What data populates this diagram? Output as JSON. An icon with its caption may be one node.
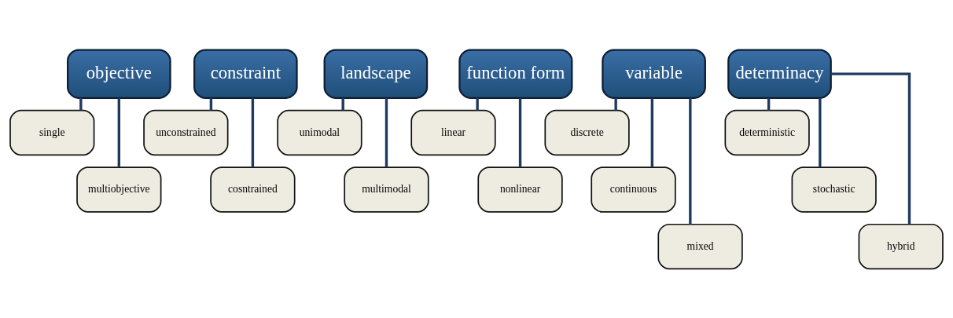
{
  "diagram": {
    "nodes": [
      {
        "text": [
          "objective"
        ]
      },
      {
        "text": [
          "single"
        ]
      },
      {
        "text": [
          "multiobjective"
        ]
      },
      {
        "text": [
          "constraint"
        ]
      },
      {
        "text": [
          "unconstrained"
        ]
      },
      {
        "text": [
          "cosntrained"
        ]
      },
      {
        "text": [
          "landscape"
        ]
      },
      {
        "text": [
          "unimodal"
        ]
      },
      {
        "text": [
          "multimodal"
        ]
      },
      {
        "text": [
          "function form"
        ]
      },
      {
        "text": [
          "linear"
        ]
      },
      {
        "text": [
          "nonlinear"
        ]
      },
      {
        "text": [
          "variable"
        ]
      },
      {
        "text": [
          "discrete"
        ]
      },
      {
        "text": [
          "continuous"
        ]
      },
      {
        "text": [
          "mixed"
        ]
      },
      {
        "text": [
          "determinacy"
        ]
      },
      {
        "text": [
          "deterministic"
        ]
      },
      {
        "text": [
          "stochastic"
        ]
      },
      {
        "text": [
          "hybrid"
        ]
      }
    ],
    "edges": [
      {
        "from": 0,
        "to": 1,
        "arrow": "none"
      },
      {
        "from": 0,
        "to": 2,
        "arrow": "none"
      },
      {
        "from": 3,
        "to": 4,
        "arrow": "none"
      },
      {
        "from": 3,
        "to": 5,
        "arrow": "none"
      },
      {
        "from": 6,
        "to": 7,
        "arrow": "none"
      },
      {
        "from": 6,
        "to": 8,
        "arrow": "none"
      },
      {
        "from": 9,
        "to": 10,
        "arrow": "none"
      },
      {
        "from": 9,
        "to": 11,
        "arrow": "none"
      },
      {
        "from": 12,
        "to": 13,
        "arrow": "none"
      },
      {
        "from": 12,
        "to": 14,
        "arrow": "none"
      },
      {
        "from": 12,
        "to": 15,
        "arrow": "none"
      },
      {
        "from": 16,
        "to": 17,
        "arrow": "none"
      },
      {
        "from": 16,
        "to": 18,
        "arrow": "none"
      },
      {
        "from": 16,
        "to": 19,
        "arrow": "none"
      }
    ]
  }
}
